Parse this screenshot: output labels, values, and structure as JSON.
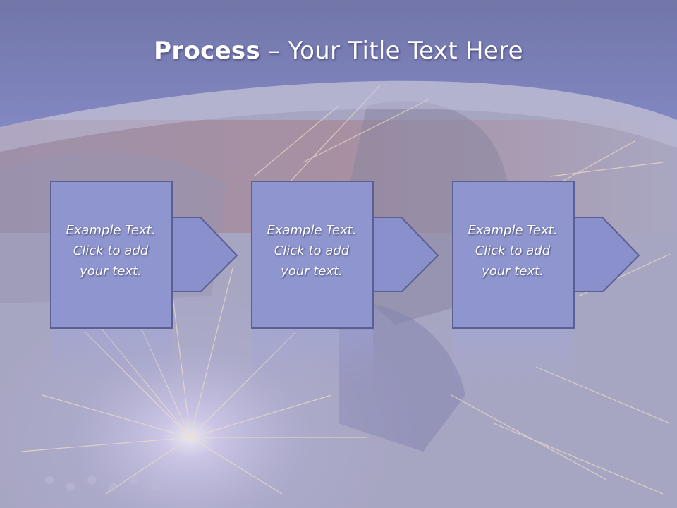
{
  "slide": {
    "title_bold": "Process",
    "title_rest": " – Your Title Text Here"
  },
  "steps": [
    {
      "line1": "Example Text.",
      "line2": "Click  to add",
      "line3": "your text."
    },
    {
      "line1": "Example Text.",
      "line2": "Click  to add",
      "line3": "your text."
    },
    {
      "line1": "Example Text.",
      "line2": "Click  to add",
      "line3": "your text."
    }
  ],
  "colors": {
    "header": "#6a72b8",
    "box_fill": "#8f95cf",
    "box_border": "#5a5f94",
    "arrow_fill": "#8a90cc"
  },
  "icons": [
    "right-arrow-icon"
  ]
}
